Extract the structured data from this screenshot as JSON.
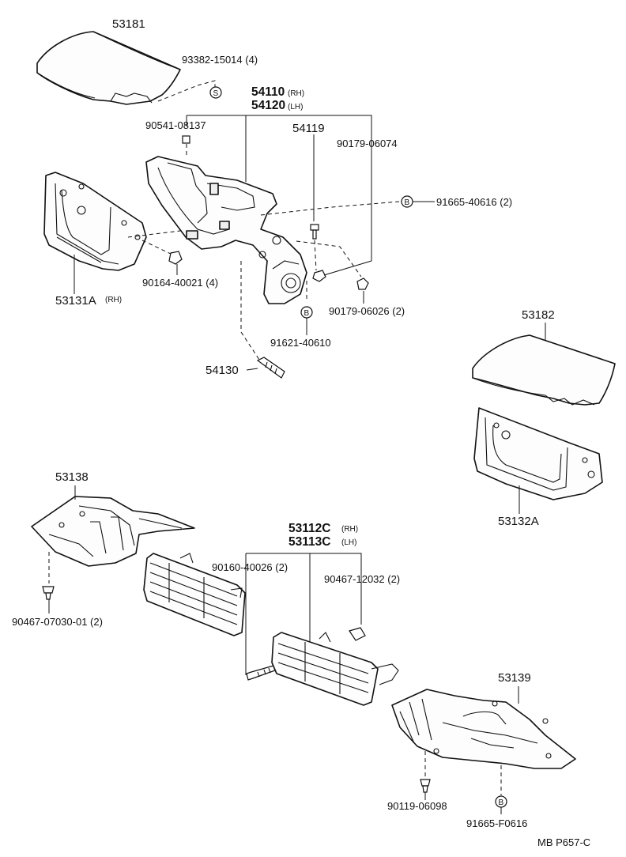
{
  "labels": {
    "p53181": "53181",
    "p93382": "93382-15014 (4)",
    "sym_s": "S",
    "p54110": "54110",
    "p54110_side": "(RH)",
    "p54120": "54120",
    "p54120_side": "(LH)",
    "p90541": "90541-08137",
    "p54119": "54119",
    "p90179a": "90179-06074",
    "sym_b1": "B",
    "p91665a": "91665-40616 (2)",
    "p53131a": "53131A",
    "p53131a_side": "(RH)",
    "p90164": "90164-40021 (4)",
    "p90179b": "90179-06026 (2)",
    "sym_b2": "B",
    "p91621": "91621-40610",
    "p54130": "54130",
    "p53182": "53182",
    "p53132a": "53132A",
    "p53138": "53138",
    "p53112c": "53112C",
    "p53112c_side": "(RH)",
    "p53113c": "53113C",
    "p53113c_side": "(LH)",
    "p90160": "90160-40026 (2)",
    "p90467a": "90467-12032 (2)",
    "p90467b": "90467-07030-01 (2)",
    "p53139": "53139",
    "p90119": "90119-06098",
    "sym_b3": "B",
    "p91665b": "91665-F0616",
    "footer": "MB  P657-C"
  }
}
